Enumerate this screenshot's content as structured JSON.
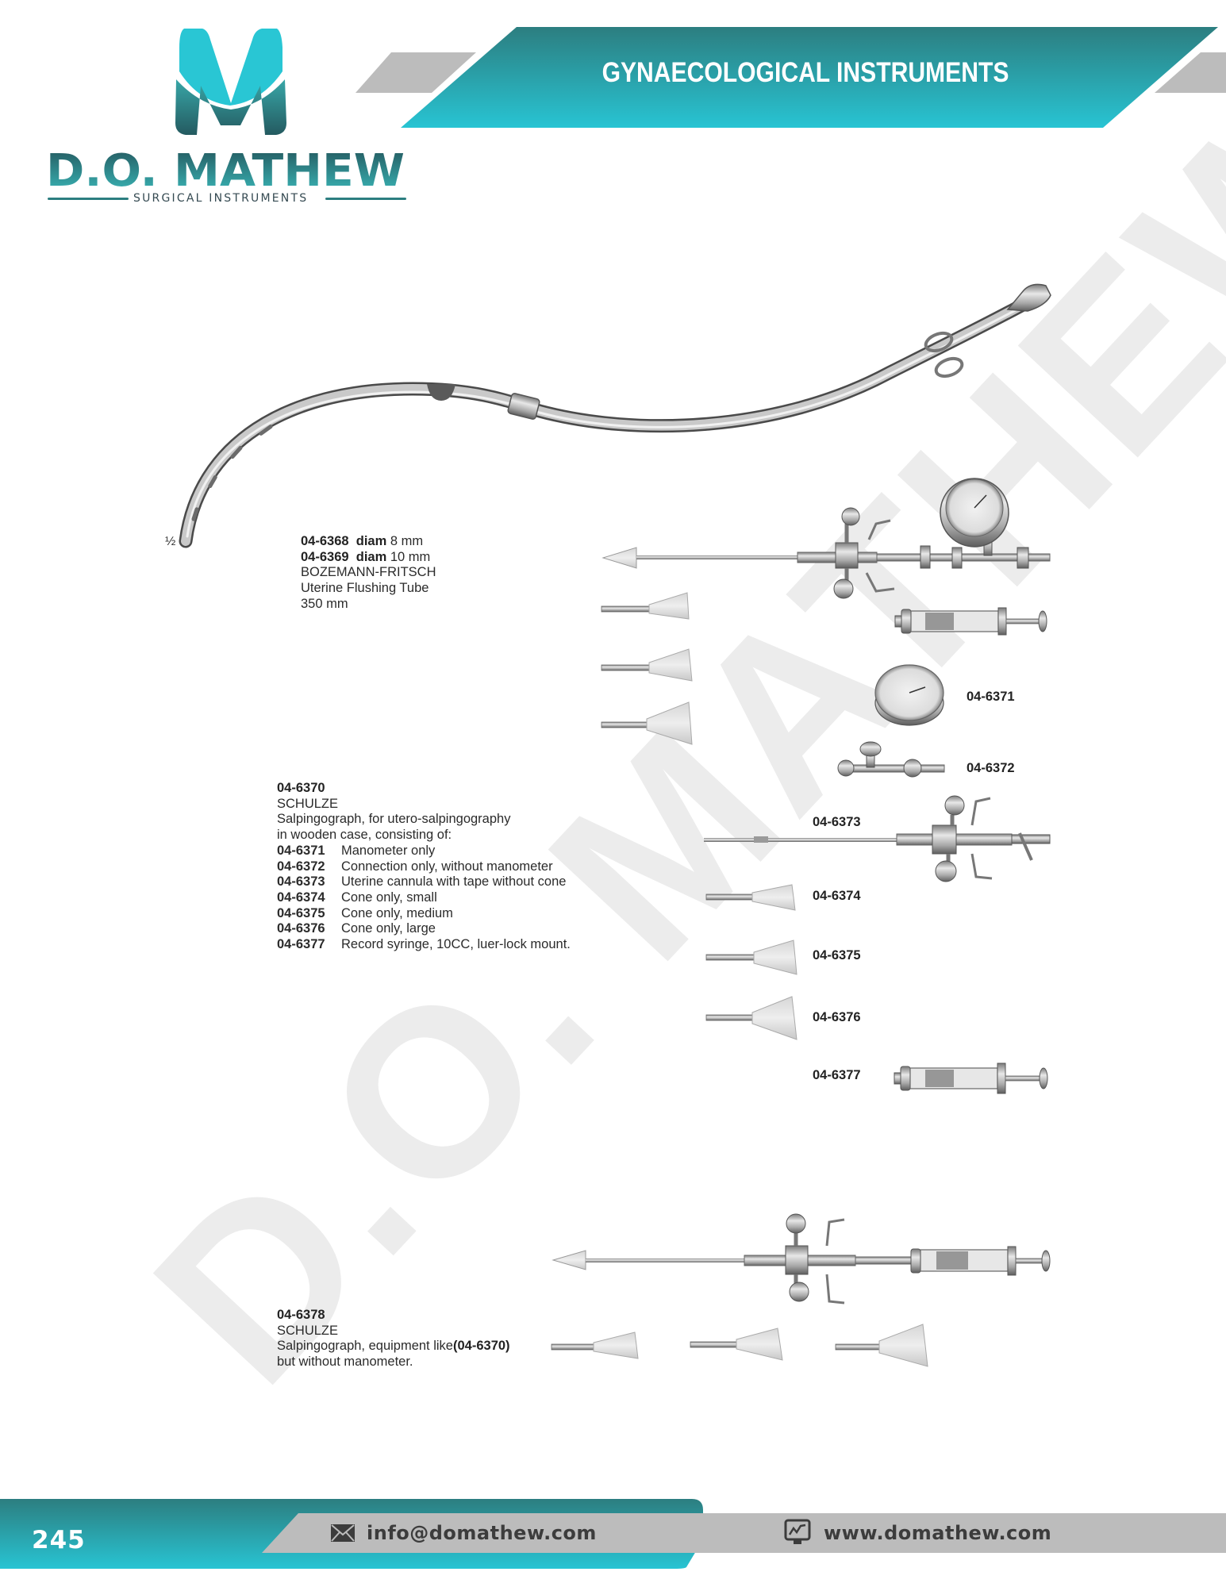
{
  "brand": {
    "logo_letter": "M",
    "name": "D.O. MATHEW",
    "tagline": "SURGICAL INSTRUMENTS",
    "colors": {
      "teal_dark": "#2c7e80",
      "teal_light": "#28c3d2",
      "gray_accent": "#bcbcbc",
      "watermark": "#ececec"
    }
  },
  "header": {
    "category_title": "GYNAECOLOGICAL INSTRUMENTS"
  },
  "watermark": {
    "text": "D.O. MATHEW"
  },
  "products": {
    "flushing_tube": {
      "scale_mark": "½",
      "lines": [
        {
          "code": "04-6368",
          "spec_label": "diam",
          "spec_value": "8 mm"
        },
        {
          "code": "04-6369",
          "spec_label": "diam",
          "spec_value": "10 mm"
        }
      ],
      "name": "BOZEMANN-FRITSCH",
      "description": "Uterine Flushing Tube",
      "length": "350 mm"
    },
    "salpingograph_set": {
      "code": "04-6370",
      "name": "SCHULZE",
      "description_1": "Salpingograph, for utero-salpingography",
      "description_2": "in wooden case, consisting of:",
      "components": [
        {
          "code": "04-6371",
          "label": "Manometer only"
        },
        {
          "code": "04-6372",
          "label": "Connection only, without manometer"
        },
        {
          "code": "04-6373",
          "label": "Uterine cannula with tape without cone"
        },
        {
          "code": "04-6374",
          "label": "Cone only, small"
        },
        {
          "code": "04-6375",
          "label": "Cone only, medium"
        },
        {
          "code": "04-6376",
          "label": "Cone only, large"
        },
        {
          "code": "04-6377",
          "label": "Record syringe, 10CC, luer-lock mount."
        }
      ],
      "image_labels": [
        "04-6371",
        "04-6372",
        "04-6373",
        "04-6374",
        "04-6375",
        "04-6376",
        "04-6377"
      ]
    },
    "salpingograph_no_manometer": {
      "code": "04-6378",
      "name": "SCHULZE",
      "description_prefix": "Salpingograph, equipment like",
      "description_ref": "(04-6370)",
      "description_2": "but without manometer."
    }
  },
  "footer": {
    "page_number": "245",
    "email": "info@domathew.com",
    "website": "www.domathew.com",
    "email_icon": "envelope-icon",
    "website_icon": "monitor-chart-icon"
  }
}
